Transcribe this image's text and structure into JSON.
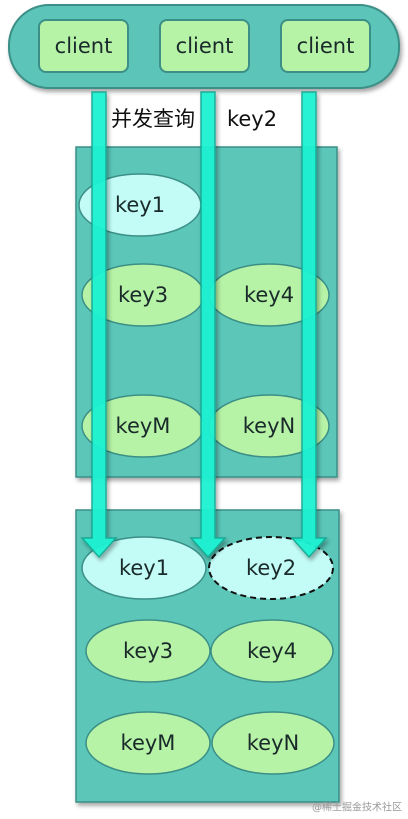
{
  "client_bar": {
    "clients": [
      "client",
      "client",
      "client"
    ]
  },
  "caption": {
    "query_label": "并发查询",
    "key_label": "key2"
  },
  "top_block": {
    "keys": [
      "key1",
      "key3",
      "key4",
      "keyM",
      "keyN"
    ]
  },
  "bottom_block": {
    "keys": [
      "key1",
      "key2",
      "key3",
      "key4",
      "keyM",
      "keyN"
    ]
  },
  "watermark": "@稀土掘金技术社区",
  "colors": {
    "bar": "#5bc4b8",
    "block": "#5cc6b9",
    "key_green": "#b6f3a6",
    "key_cyan": "#c3fbf6",
    "arrow": "#1ef2d2"
  }
}
